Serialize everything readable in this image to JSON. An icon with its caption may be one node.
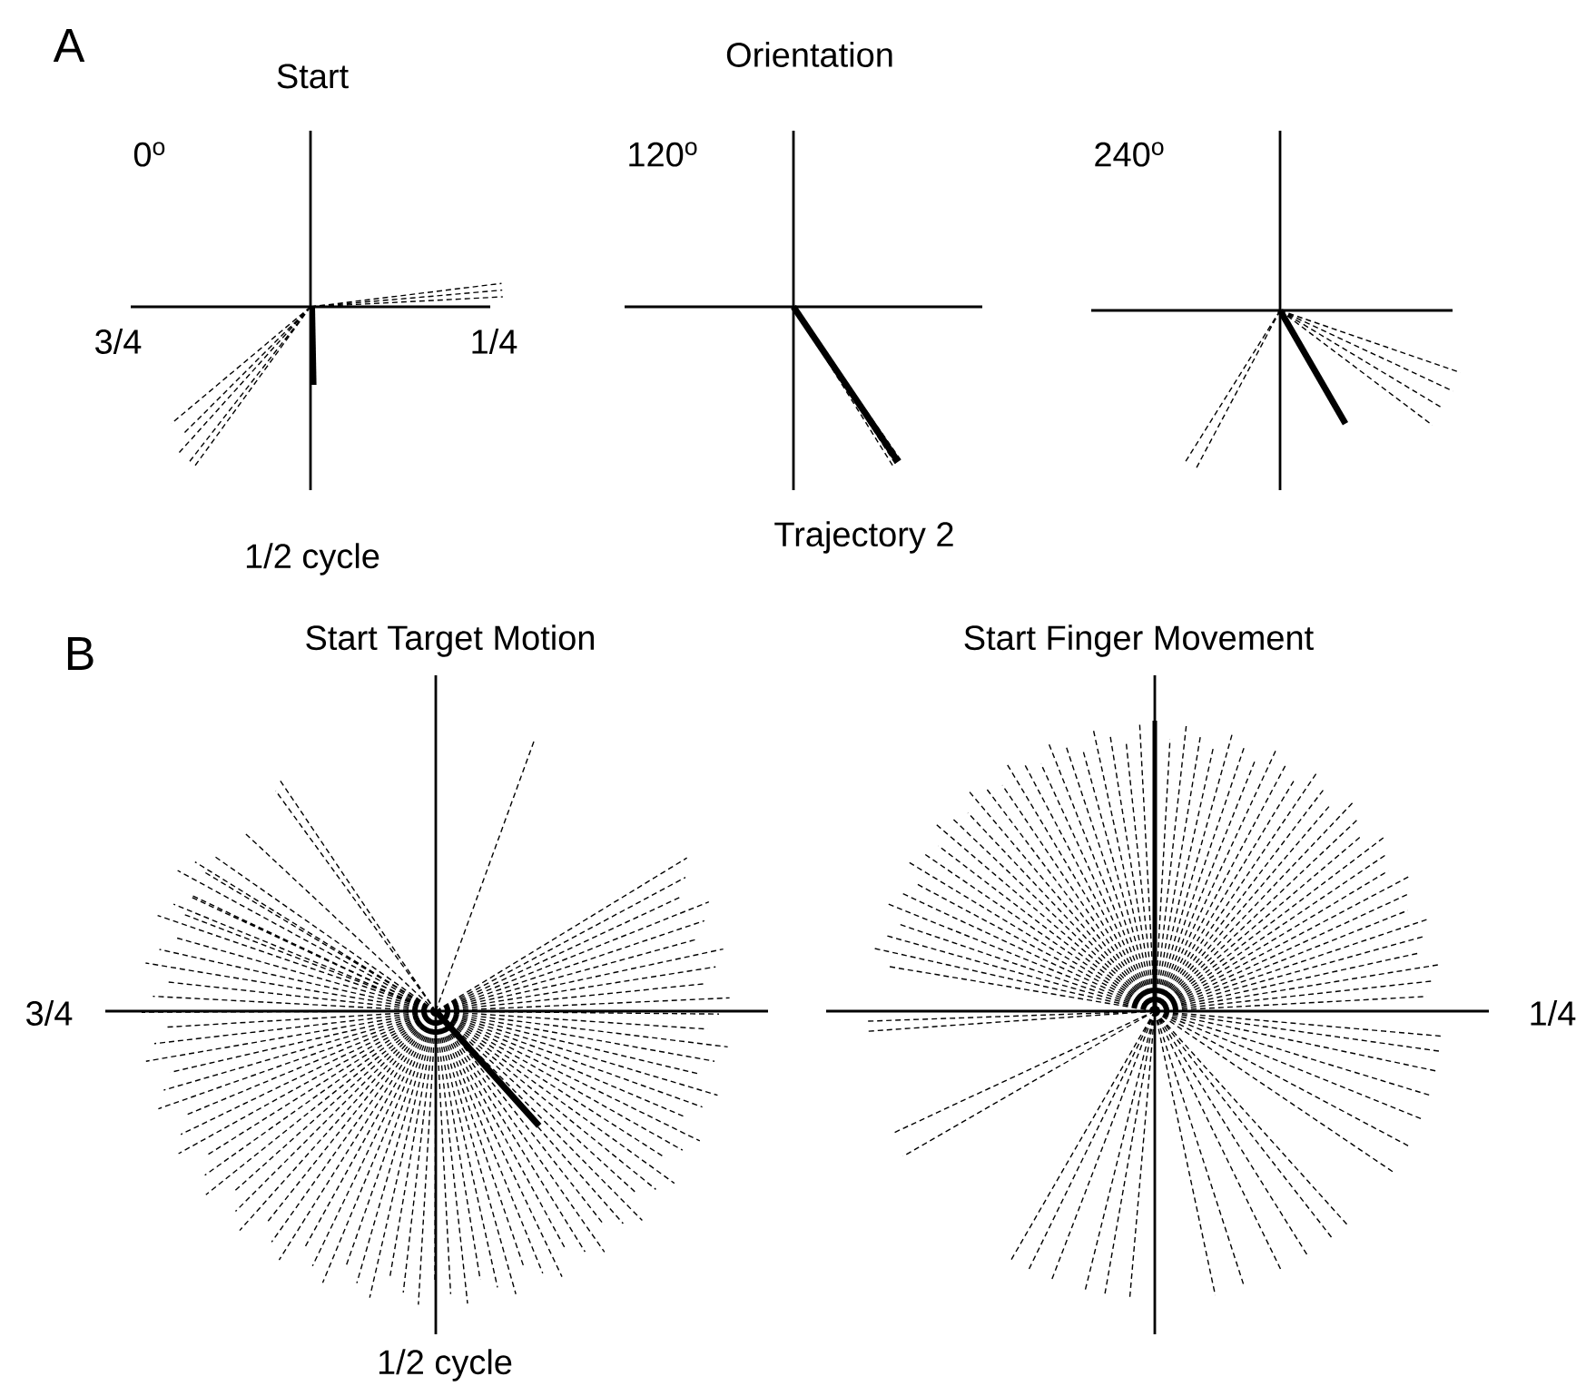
{
  "diagram": {
    "labels": [
      "A",
      "Start",
      "Orientation",
      "0$^{o}$",
      "120$^{o}$",
      "240$^{o}$",
      "3/4",
      "1/4",
      "1/2 cycle",
      "Trajectory 2",
      "B",
      "Start Target Motion",
      "Start Finger Movement",
      "3/4",
      "1/4",
      "1/2 cycle"
    ]
  }
}
